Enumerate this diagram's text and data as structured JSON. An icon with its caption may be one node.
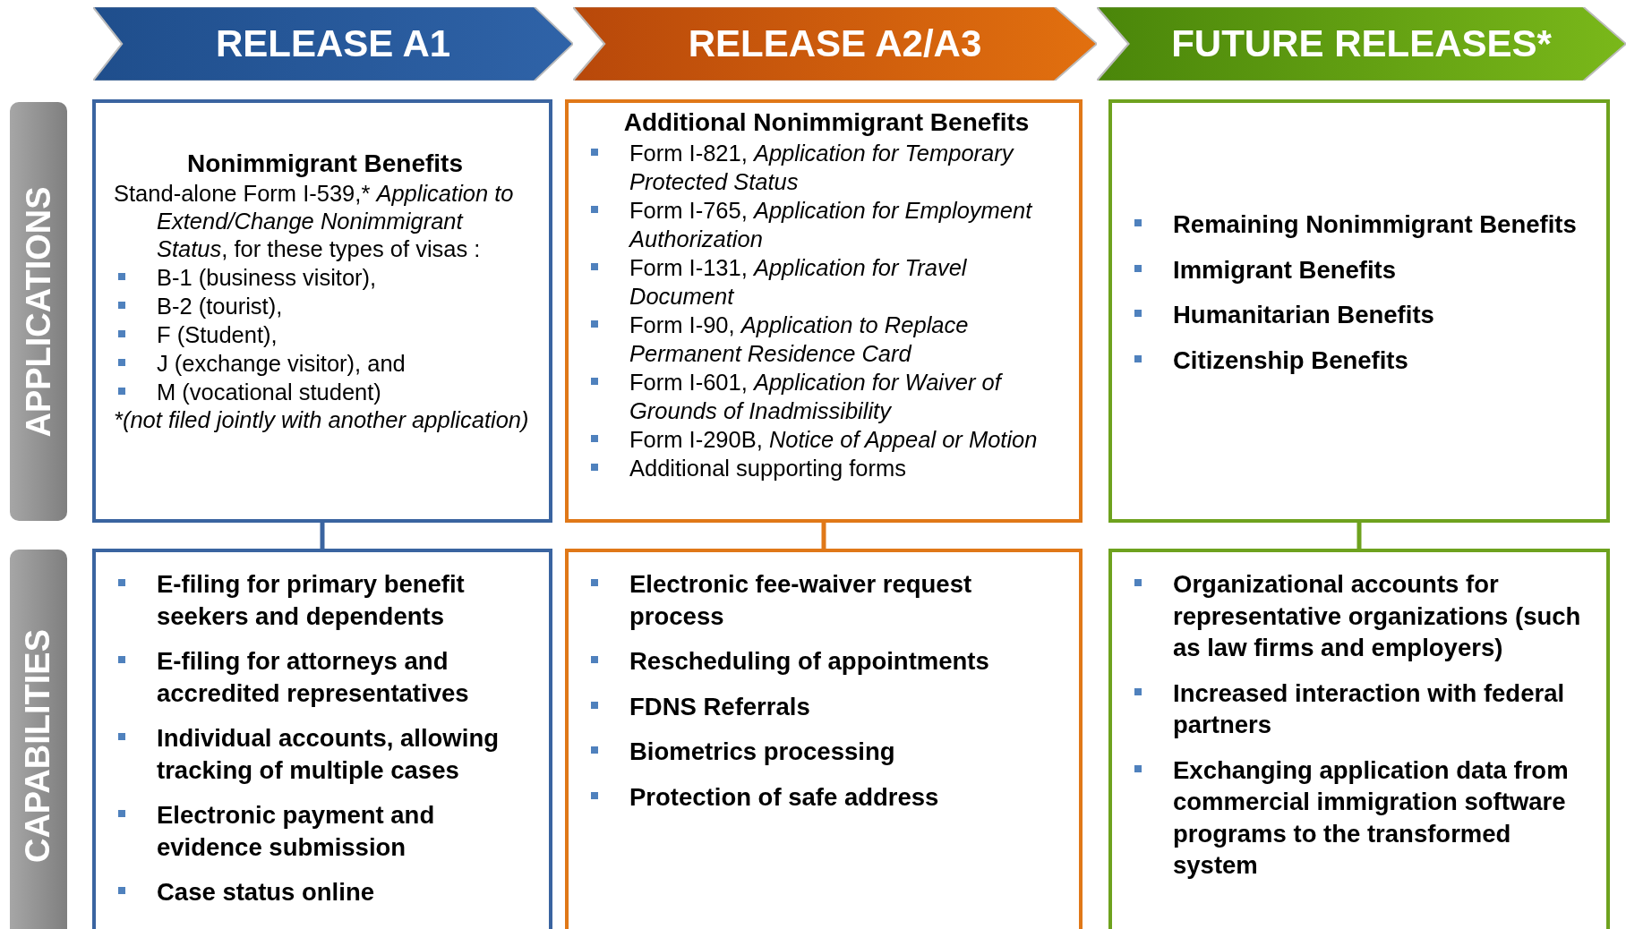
{
  "diagram": {
    "nodes": [
      {
        "text": [
          "RELEASE A1"
        ]
      },
      {
        "text": [
          "RELEASE A2/A3"
        ]
      },
      {
        "text": [
          "FUTURE RELEASES*"
        ]
      },
      {
        "text": [
          "APPLICATIONS"
        ]
      },
      {
        "text": [
          "CAPABILITIES"
        ]
      },
      {
        "text": [
          "Nonimmigrant Benefits",
          "Stand-alone Form I-539,* *Application to Extend/Change Nonimmigrant Status*, for these types of visas :",
          "B-1 (business visitor),",
          "B-2 (tourist),",
          "F (Student),",
          "J (exchange visitor), and",
          "M (vocational student)",
          "*(not filed jointly with another application)"
        ]
      },
      {
        "text": [
          "Additional Nonimmigrant Benefits",
          "Form I-821, *Application for Temporary Protected Status*",
          "Form I-765, *Application for Employment Authorization*",
          "Form I-131, *Application for Travel Document*",
          "Form I-90, *Application to Replace Permanent Residence Card*",
          "Form I-601, *Application for Waiver of Grounds of Inadmissibility*",
          "Form I-290B, *Notice of Appeal or Motion*",
          "Additional supporting forms"
        ]
      },
      {
        "text": [
          "Remaining Nonimmigrant Benefits",
          "Immigrant Benefits",
          "Humanitarian Benefits",
          "Citizenship Benefits"
        ]
      },
      {
        "text": [
          "E-filing for primary benefit seekers and dependents",
          "E-filing for attorneys and accredited representatives",
          "Individual accounts, allowing tracking of multiple cases",
          "Electronic payment and evidence submission",
          "Case status online"
        ]
      },
      {
        "text": [
          "Electronic fee-waiver request process",
          "Rescheduling of appointments",
          "FDNS Referrals",
          "Biometrics processing",
          "Protection of safe address"
        ]
      },
      {
        "text": [
          "Organizational accounts for representative organizations (such as law firms and employers)",
          "Increased interaction with federal partners",
          "Exchanging application data from commercial immigration software programs to the transformed system"
        ]
      }
    ],
    "edges": [
      {
        "from": 5,
        "to": 8,
        "arrow": "none",
        "color": "#3a64a0"
      },
      {
        "from": 6,
        "to": 9,
        "arrow": "none",
        "color": "#e07818"
      },
      {
        "from": 7,
        "to": 10,
        "arrow": "none",
        "color": "#6ea21e"
      }
    ]
  }
}
